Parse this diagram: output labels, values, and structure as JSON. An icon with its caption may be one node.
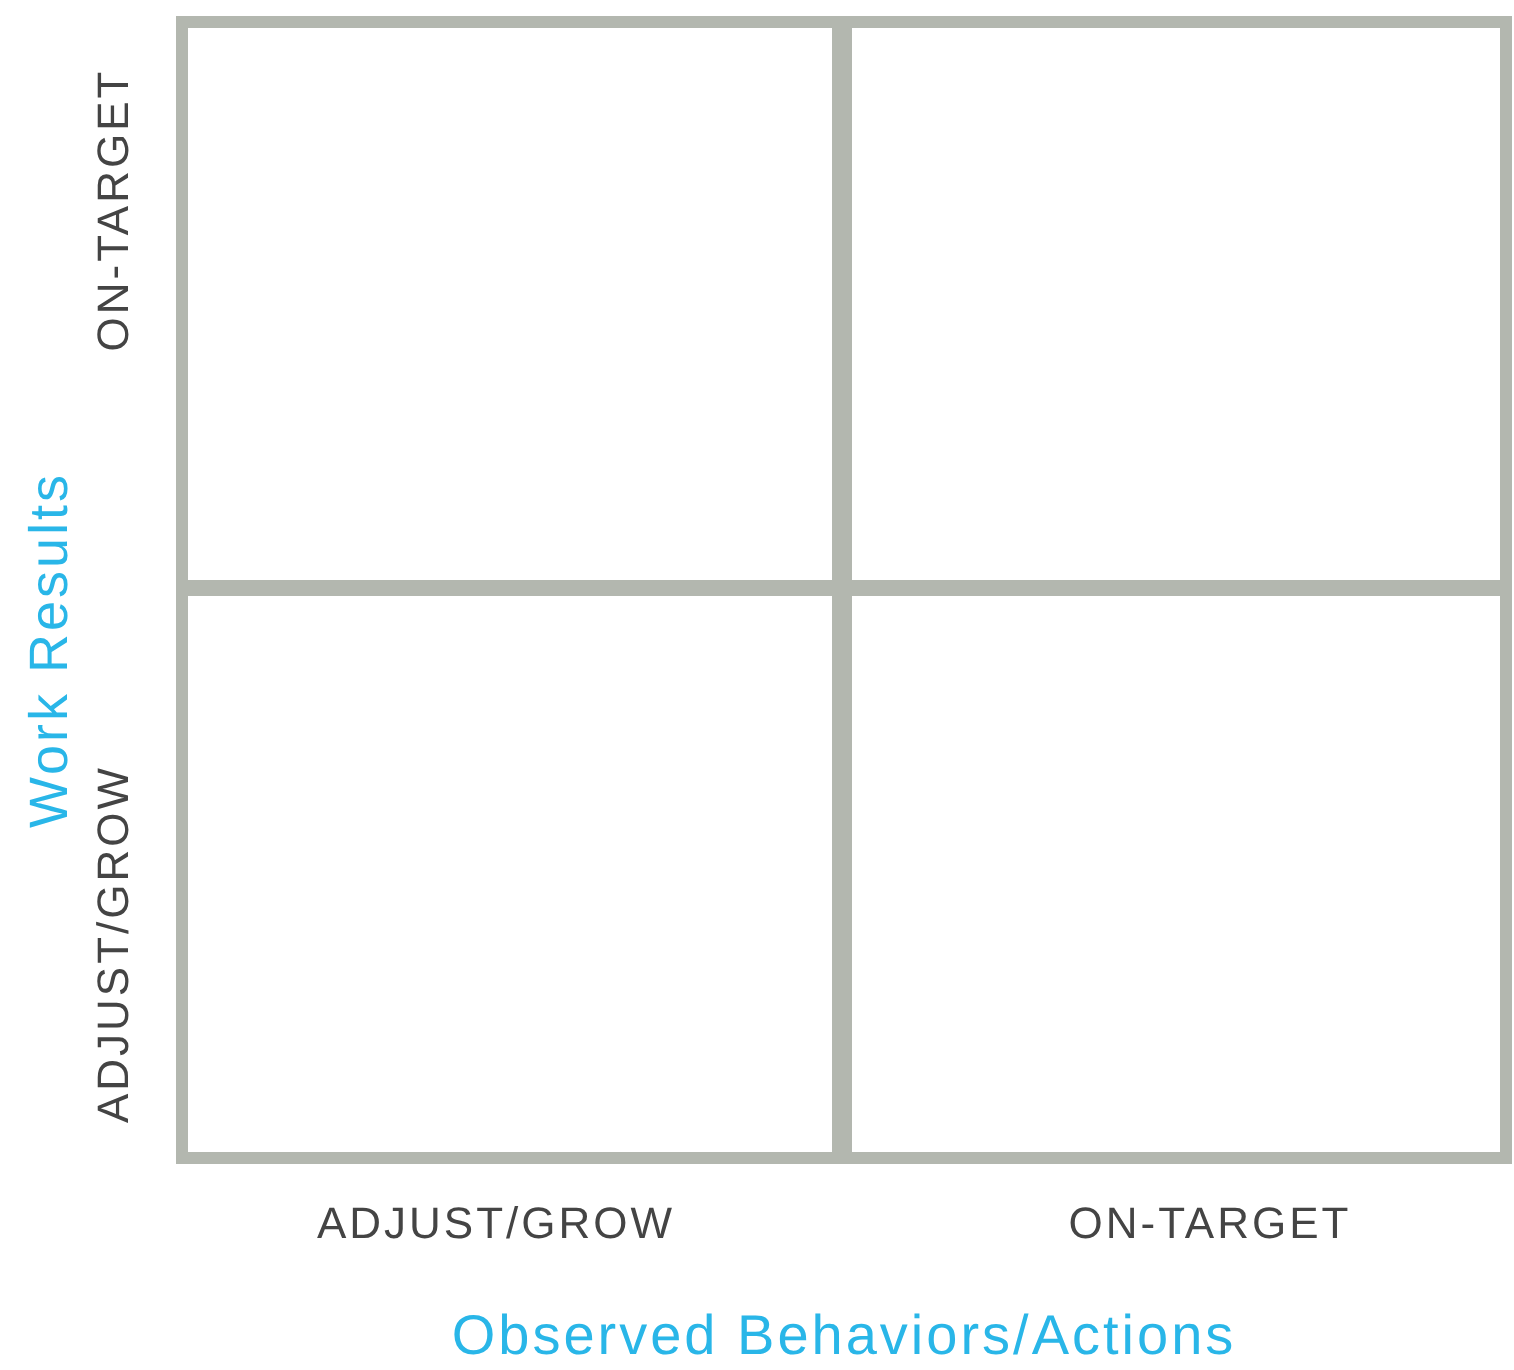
{
  "diagram": {
    "nodes": [
      {
        "text": [],
        "shape": "box"
      },
      {
        "text": [],
        "shape": "box"
      },
      {
        "text": [],
        "shape": "box"
      },
      {
        "text": [],
        "shape": "box"
      }
    ],
    "labels": [
      "ON-TARGET",
      "Work Results",
      "ADJUST/GROW",
      "ADJUST/GROW",
      "ON-TARGET",
      "Observed Behaviors/Actions"
    ]
  }
}
